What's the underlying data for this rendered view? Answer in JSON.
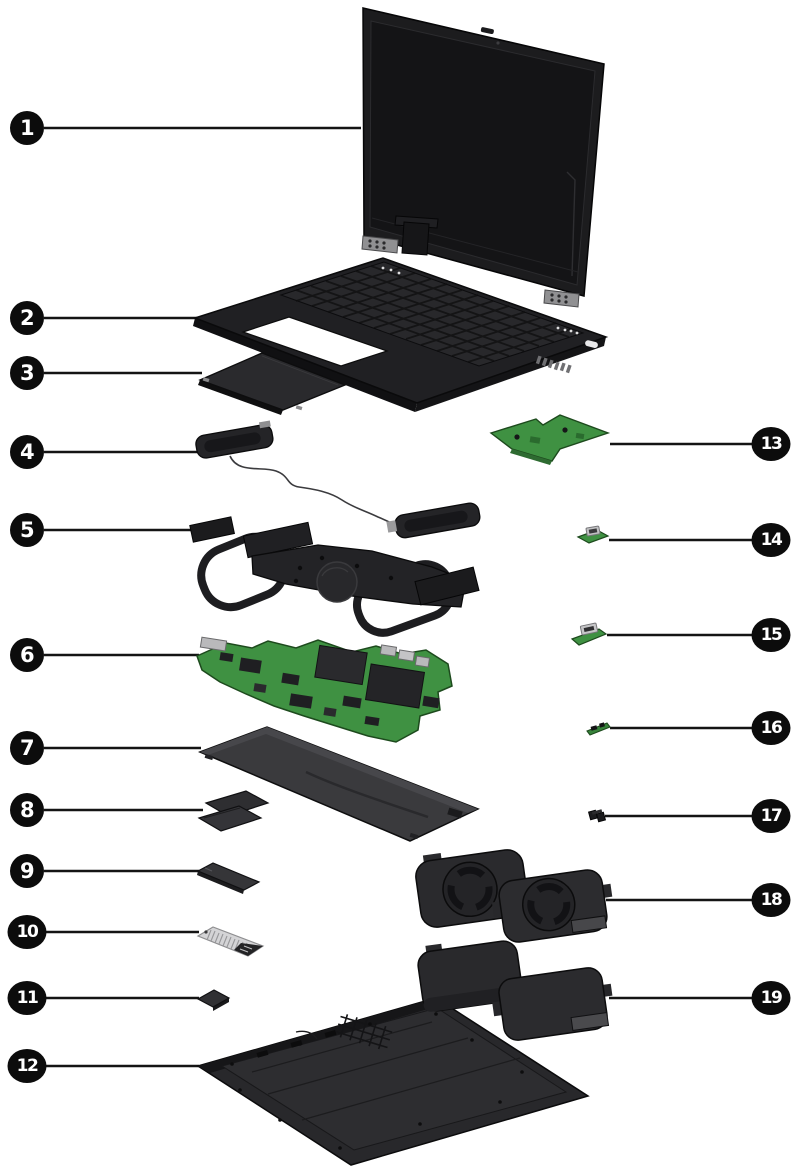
{
  "figure": {
    "kind": "laptop-exploded-parts-diagram",
    "colors": {
      "background": "#ffffff",
      "callout_fill": "#0c0c0c",
      "callout_text": "#ffffff",
      "leader_line": "#141414",
      "chassis_dark": "#232326",
      "board_green": "#3f9142",
      "metal_silver": "#c6c6c8"
    }
  },
  "callouts": [
    {
      "number": "1",
      "part": "display-assembly"
    },
    {
      "number": "2",
      "part": "top-cover-keyboard"
    },
    {
      "number": "3",
      "part": "touchpad"
    },
    {
      "number": "4",
      "part": "speakers"
    },
    {
      "number": "5",
      "part": "heat-sink"
    },
    {
      "number": "6",
      "part": "system-board"
    },
    {
      "number": "7",
      "part": "battery"
    },
    {
      "number": "8",
      "part": "memory-modules"
    },
    {
      "number": "9",
      "part": "solid-state-drive"
    },
    {
      "number": "10",
      "part": "ssd-shield"
    },
    {
      "number": "11",
      "part": "wlan-module"
    },
    {
      "number": "12",
      "part": "bottom-cover"
    },
    {
      "number": "13",
      "part": "usb-board"
    },
    {
      "number": "14",
      "part": "connector-board"
    },
    {
      "number": "15",
      "part": "power-connector-board"
    },
    {
      "number": "16",
      "part": "sensor-board"
    },
    {
      "number": "17",
      "part": "bracket"
    },
    {
      "number": "18",
      "part": "fans"
    },
    {
      "number": "19",
      "part": "fan-covers"
    }
  ]
}
